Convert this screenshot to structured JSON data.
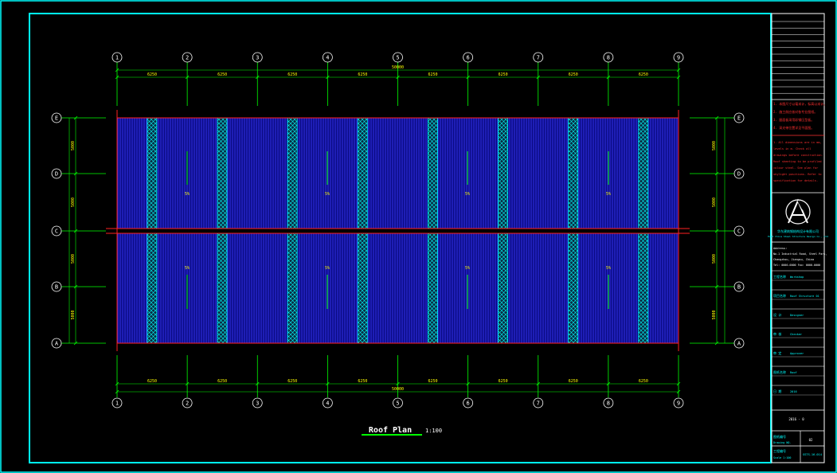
{
  "drawing": {
    "title": "Roof Plan",
    "scale": "1:100"
  },
  "grid_columns": [
    "1",
    "2",
    "3",
    "4",
    "5",
    "6",
    "7",
    "8",
    "9"
  ],
  "grid_rows": [
    "E",
    "D",
    "C",
    "B",
    "A"
  ],
  "dimensions": {
    "bay_labels": [
      "6250",
      "6250",
      "6250",
      "6250",
      "6250",
      "6250",
      "6250",
      "6250"
    ],
    "overall": "50000",
    "left_rows": [
      "5000",
      "5000",
      "5000",
      "5000"
    ],
    "right_rows": [
      "5000",
      "5000",
      "5000",
      "5000"
    ]
  },
  "panel_labels": [
    "5%",
    "5%",
    "5%",
    "5%",
    "5%",
    "5%",
    "5%",
    "5%"
  ],
  "colors": {
    "frame": "#00ffff",
    "grid_line": "#00ff00",
    "roof_fill": "#0b0b84",
    "roof_stripe": "#3a3aff",
    "edge": "#ff2020",
    "skylight": "#00ffff",
    "label": "#ffff00",
    "notes": "#ff3030"
  },
  "title_block": {
    "notes_lines": [
      "1. 本图尺寸以毫米计，标高以米计。",
      "2. 施工前应核对各专业图纸。",
      "3. 屋面板采用彩钢压型板。",
      "4. 采光带位置详见平面图。"
    ],
    "notes_en": [
      "1. All dimensions are in mm,",
      "levels in m. Check all",
      "drawings before construction.",
      "Roof sheeting to be profiled",
      "colour steel. See plan for",
      "skylight positions. Refer to",
      "specification for details."
    ],
    "company_cn": "华东建筑钢结构设计有限公司",
    "company_en": "East China Steel Structure Design Co., Ltd",
    "address_label": "Address:",
    "address_lines": [
      "No.1 Industrial Road, Steel Park,",
      "Changzhou, Jiangsu, China",
      "Tel: 0000-0000 Fax: 0000-0000"
    ],
    "fields": [
      {
        "label": "工程名称",
        "value": "Workshop"
      },
      {
        "label": "项目名称",
        "value": "Roof Structure 01"
      },
      {
        "label": "设 计",
        "value": "Designer"
      },
      {
        "label": "审 核",
        "value": "Checker"
      },
      {
        "label": "审 定",
        "value": "Approver"
      },
      {
        "label": "图纸名称",
        "value": "Roof"
      },
      {
        "label": "日 期",
        "value": "2016"
      }
    ],
    "revision": "2016 - 0",
    "drawing_no_label": "图纸编号",
    "drawing_no_en": "Drawing NO.",
    "drawing_no": "02",
    "project_no_label": "工程编号",
    "project_no": "GSTS-16-014",
    "scale_label": "Scale 1:100"
  }
}
